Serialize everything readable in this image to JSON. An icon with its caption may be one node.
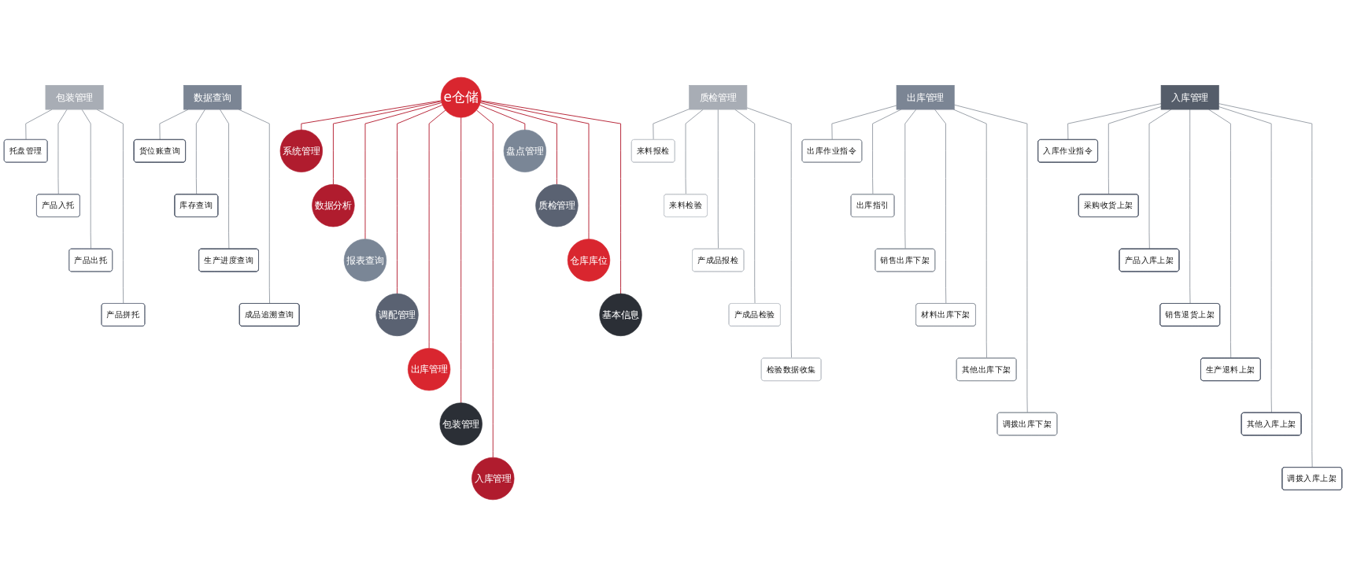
{
  "diagram": {
    "nodes": [
      {
        "text": [
          "e仓储"
        ]
      },
      {
        "text": [
          "系统管理"
        ]
      },
      {
        "text": [
          "数据分析"
        ]
      },
      {
        "text": [
          "报表查询"
        ]
      },
      {
        "text": [
          "调配管理"
        ]
      },
      {
        "text": [
          "出库管理"
        ]
      },
      {
        "text": [
          "包装管理"
        ]
      },
      {
        "text": [
          "入库管理"
        ]
      },
      {
        "text": [
          "盘点管理"
        ]
      },
      {
        "text": [
          "质检管理"
        ]
      },
      {
        "text": [
          "仓库库位"
        ]
      },
      {
        "text": [
          "基本信息"
        ]
      },
      {
        "text": [
          "入库管理"
        ]
      },
      {
        "text": [
          "入库作业指令"
        ]
      },
      {
        "text": [
          "采购收货上架"
        ]
      },
      {
        "text": [
          "产品入库上架"
        ]
      },
      {
        "text": [
          "销售退货上架"
        ]
      },
      {
        "text": [
          "生产退料上架"
        ]
      },
      {
        "text": [
          "其他入库上架"
        ]
      },
      {
        "text": [
          "调拨入库上架"
        ]
      },
      {
        "text": [
          "出库管理"
        ]
      },
      {
        "text": [
          "出库作业指令"
        ]
      },
      {
        "text": [
          "出库指引"
        ]
      },
      {
        "text": [
          "销售出库下架"
        ]
      },
      {
        "text": [
          "材料出库下架"
        ]
      },
      {
        "text": [
          "其他出库下架"
        ]
      },
      {
        "text": [
          "调拨出库下架"
        ]
      },
      {
        "text": [
          "质检管理"
        ]
      },
      {
        "text": [
          "来料报检"
        ]
      },
      {
        "text": [
          "来料检验"
        ]
      },
      {
        "text": [
          "产成品报检"
        ]
      },
      {
        "text": [
          "产成品检验"
        ]
      },
      {
        "text": [
          "检验数据收集"
        ]
      },
      {
        "text": [
          "包装管理"
        ]
      },
      {
        "text": [
          "托盘管理"
        ]
      },
      {
        "text": [
          "产品入托"
        ]
      },
      {
        "text": [
          "产品出托"
        ]
      },
      {
        "text": [
          "产品拼托"
        ]
      },
      {
        "text": [
          "数据查询"
        ]
      },
      {
        "text": [
          "货位账查询"
        ]
      },
      {
        "text": [
          "库存查询"
        ]
      },
      {
        "text": [
          "生产进度查询"
        ]
      },
      {
        "text": [
          "成品追溯查询"
        ]
      }
    ],
    "edges": [
      {
        "from": 0,
        "to": 1,
        "arrow": "none",
        "color": "#b8283a"
      },
      {
        "from": 0,
        "to": 2,
        "arrow": "none",
        "color": "#b8283a"
      },
      {
        "from": 0,
        "to": 3,
        "arrow": "none",
        "color": "#b8283a"
      },
      {
        "from": 0,
        "to": 4,
        "arrow": "none",
        "color": "#b8283a"
      },
      {
        "from": 0,
        "to": 5,
        "arrow": "none",
        "color": "#b8283a"
      },
      {
        "from": 0,
        "to": 6,
        "arrow": "none",
        "color": "#b8283a"
      },
      {
        "from": 0,
        "to": 7,
        "arrow": "none",
        "color": "#b8283a"
      },
      {
        "from": 0,
        "to": 8,
        "arrow": "none",
        "color": "#b8283a"
      },
      {
        "from": 0,
        "to": 9,
        "arrow": "none",
        "color": "#b8283a"
      },
      {
        "from": 0,
        "to": 10,
        "arrow": "none",
        "color": "#b8283a"
      },
      {
        "from": 0,
        "to": 11,
        "arrow": "none",
        "color": "#b8283a"
      },
      {
        "from": 12,
        "to": 13,
        "arrow": "none"
      },
      {
        "from": 12,
        "to": 14,
        "arrow": "none"
      },
      {
        "from": 12,
        "to": 15,
        "arrow": "none"
      },
      {
        "from": 12,
        "to": 16,
        "arrow": "none"
      },
      {
        "from": 12,
        "to": 17,
        "arrow": "none"
      },
      {
        "from": 12,
        "to": 18,
        "arrow": "none"
      },
      {
        "from": 12,
        "to": 19,
        "arrow": "none"
      },
      {
        "from": 20,
        "to": 21,
        "arrow": "none"
      },
      {
        "from": 20,
        "to": 22,
        "arrow": "none"
      },
      {
        "from": 20,
        "to": 23,
        "arrow": "none"
      },
      {
        "from": 20,
        "to": 24,
        "arrow": "none"
      },
      {
        "from": 20,
        "to": 25,
        "arrow": "none"
      },
      {
        "from": 20,
        "to": 26,
        "arrow": "none"
      },
      {
        "from": 27,
        "to": 28,
        "arrow": "none"
      },
      {
        "from": 27,
        "to": 29,
        "arrow": "none"
      },
      {
        "from": 27,
        "to": 30,
        "arrow": "none"
      },
      {
        "from": 27,
        "to": 31,
        "arrow": "none"
      },
      {
        "from": 27,
        "to": 32,
        "arrow": "none"
      },
      {
        "from": 33,
        "to": 34,
        "arrow": "none"
      },
      {
        "from": 33,
        "to": 35,
        "arrow": "none"
      },
      {
        "from": 33,
        "to": 36,
        "arrow": "none"
      },
      {
        "from": 33,
        "to": 37,
        "arrow": "none"
      },
      {
        "from": 38,
        "to": 39,
        "arrow": "none"
      },
      {
        "from": 38,
        "to": 40,
        "arrow": "none"
      },
      {
        "from": 38,
        "to": 41,
        "arrow": "none"
      },
      {
        "from": 38,
        "to": 42,
        "arrow": "none"
      }
    ]
  }
}
